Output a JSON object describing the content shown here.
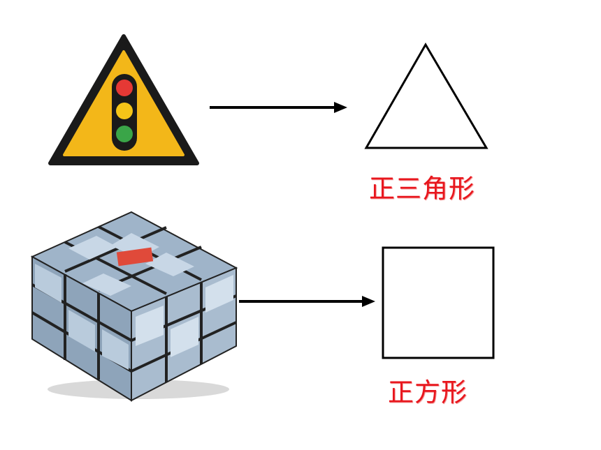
{
  "figure": {
    "top": {
      "picture": "traffic-light-warning-sign",
      "shape": "triangle",
      "label": "正三角形"
    },
    "bottom": {
      "picture": "rubiks-cube",
      "shape": "square",
      "label": "正方形"
    }
  },
  "colors": {
    "sign_yellow": "#f3b719",
    "sign_border": "#1a1a1a",
    "light_red": "#e53935",
    "light_yellow": "#f5c518",
    "light_green": "#3aa548",
    "label_red": "#e8161d",
    "outline": "#000000"
  }
}
